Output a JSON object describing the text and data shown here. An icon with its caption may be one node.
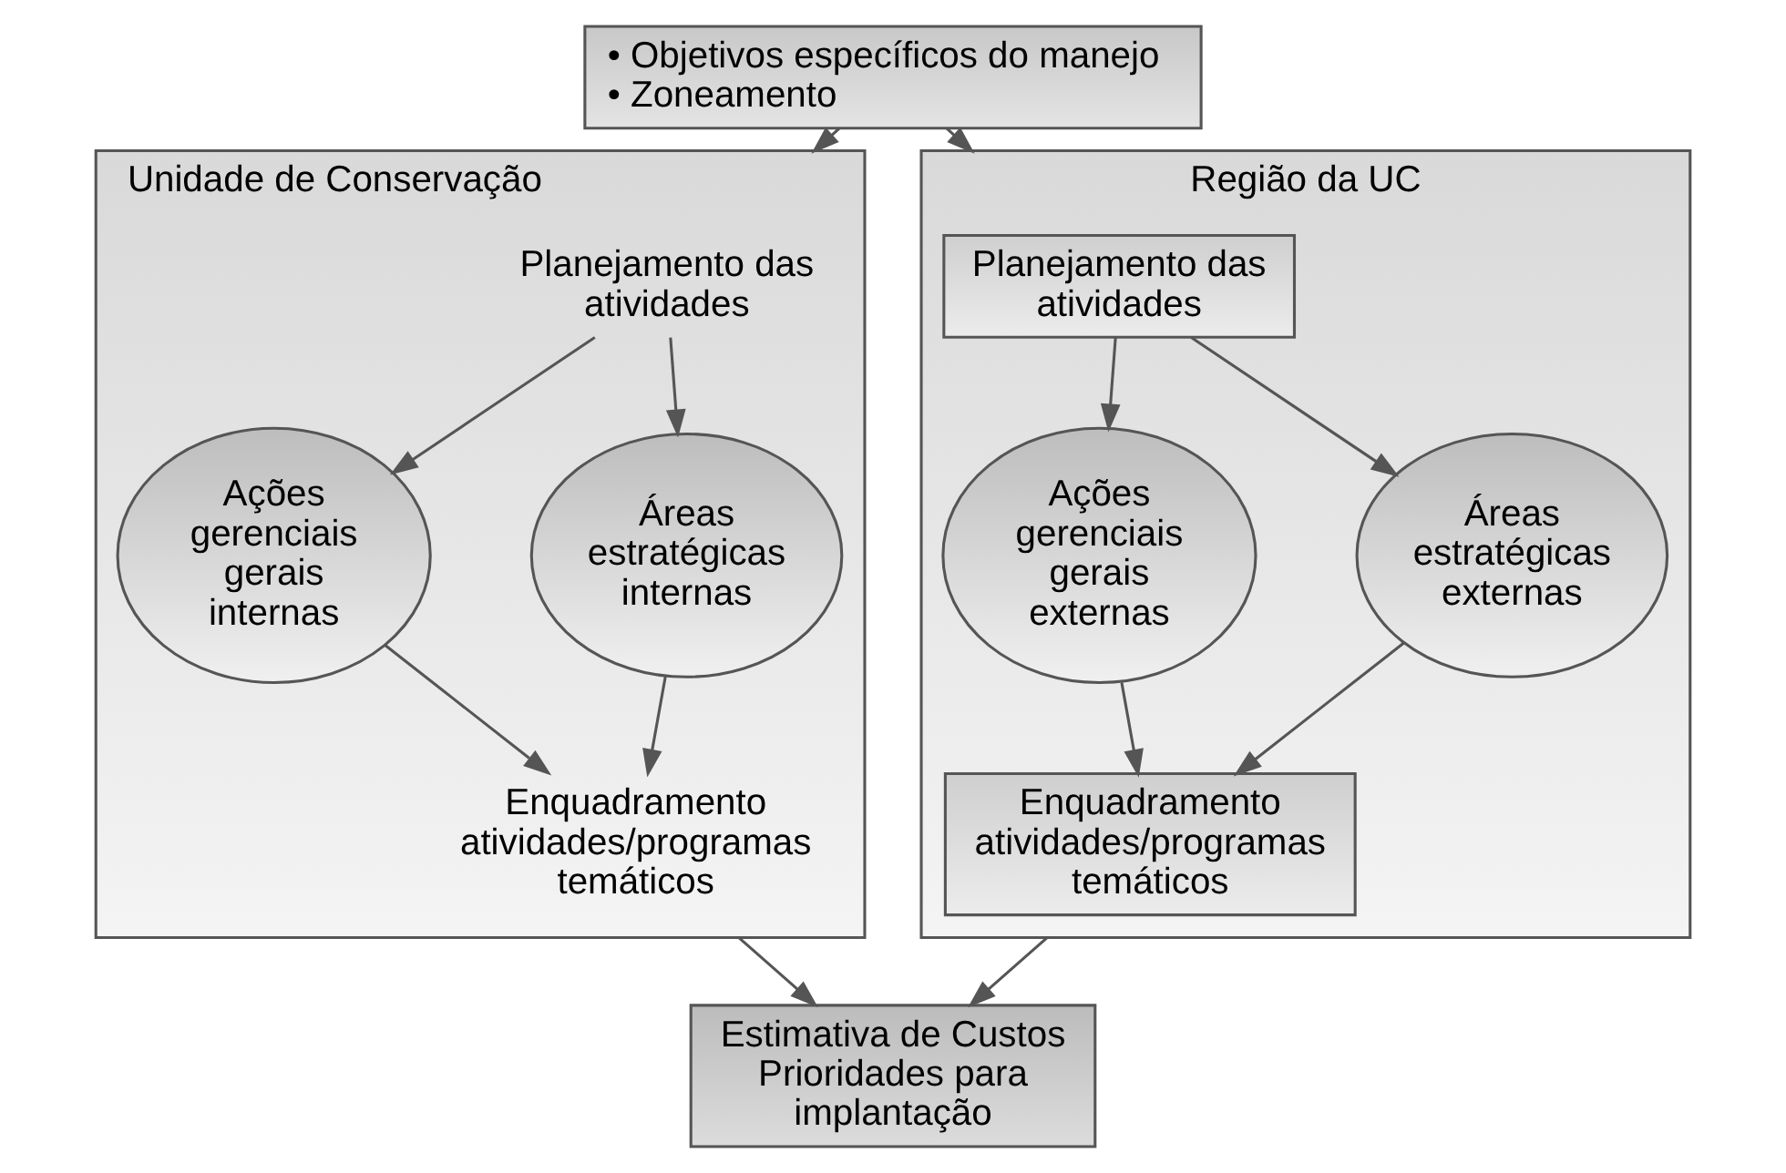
{
  "diagram": {
    "nodes": [
      {
        "text": [
          "• Objetivos específicos do manejo",
          "• Zoneamento"
        ]
      },
      {
        "text": [
          "Unidade de Conservação"
        ]
      },
      {
        "text": [
          "Planejamento das atividades"
        ],
        "in": 1
      },
      {
        "text": [
          "Ações gerenciais gerais internas"
        ],
        "in": 1
      },
      {
        "text": [
          "Áreas estratégicas internas"
        ],
        "in": 1
      },
      {
        "text": [
          "Enquadramento atividades/programas temáticos"
        ],
        "in": 1
      },
      {
        "text": [
          "Região da UC"
        ]
      },
      {
        "text": [
          "Planejamento das atividades"
        ],
        "in": 6
      },
      {
        "text": [
          "Ações gerenciais gerais externas"
        ],
        "in": 6
      },
      {
        "text": [
          "Áreas estratégicas externas"
        ],
        "in": 6
      },
      {
        "text": [
          "Enquadramento atividades/programas temáticos"
        ],
        "in": 6
      },
      {
        "text": [
          "Estimativa de Custos Prioridades para implantação"
        ]
      }
    ],
    "edges": [
      {
        "from": 0,
        "to": 1,
        "arrow": "to"
      },
      {
        "from": 0,
        "to": 6,
        "arrow": "to"
      },
      {
        "from": 2,
        "to": 3,
        "arrow": "to"
      },
      {
        "from": 2,
        "to": 4,
        "arrow": "to"
      },
      {
        "from": 3,
        "to": 5,
        "arrow": "to"
      },
      {
        "from": 4,
        "to": 5,
        "arrow": "to"
      },
      {
        "from": 7,
        "to": 8,
        "arrow": "to"
      },
      {
        "from": 7,
        "to": 9,
        "arrow": "to"
      },
      {
        "from": 8,
        "to": 10,
        "arrow": "to"
      },
      {
        "from": 9,
        "to": 10,
        "arrow": "to"
      },
      {
        "from": 1,
        "to": 11,
        "arrow": "to"
      },
      {
        "from": 6,
        "to": 11,
        "arrow": "to"
      }
    ]
  }
}
